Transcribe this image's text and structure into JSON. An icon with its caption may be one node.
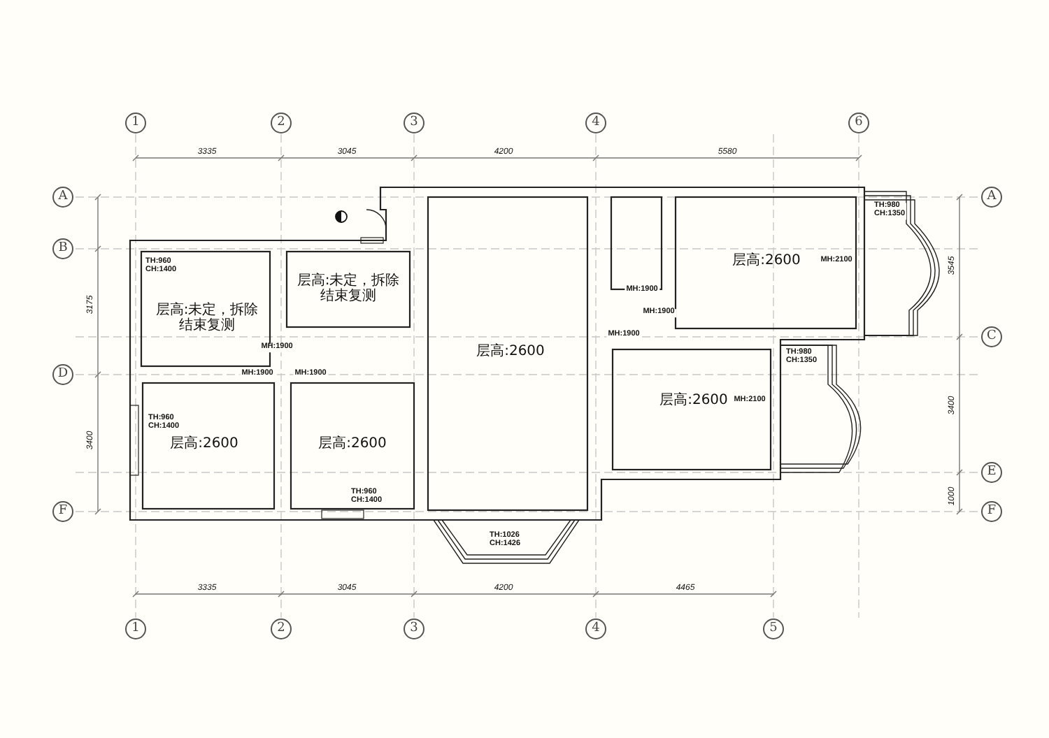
{
  "diagram": {
    "labels": [
      "1",
      "2",
      "3",
      "4",
      "6",
      "3335",
      "3045",
      "4200",
      "5580",
      "A",
      "TH:980 CH:1350",
      "A",
      "B",
      "TH:960 CH:1400",
      "3545",
      "层高:未定，拆除结束复测",
      "3175",
      "层高:未定，拆除结束复测",
      "层高:2600",
      "MH:2100",
      "MH:1900",
      "MH:1900",
      "MH:1900",
      "C",
      "MH:1900",
      "层高:2600",
      "TH:980 CH:1350",
      "D",
      "MH:1900",
      "MH:1900",
      "层高:2600",
      "MH:2100",
      "3400",
      "TH:960 CH:1400",
      "3400",
      "层高:2600",
      "层高:2600",
      "E",
      "TH:960 CH:1400",
      "1000",
      "F",
      "F",
      "TH:1026 CH:1426",
      "3335",
      "3045",
      "4200",
      "4465",
      "1",
      "2",
      "3",
      "4",
      "5"
    ]
  }
}
